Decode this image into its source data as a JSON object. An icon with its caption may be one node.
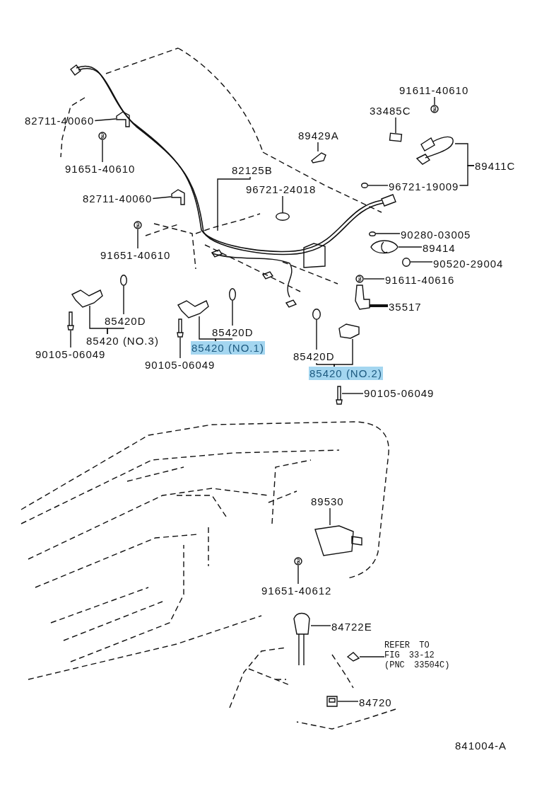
{
  "diagram": {
    "nodes": [
      {
        "text": [
          "82711-40060"
        ]
      },
      {
        "text": [
          "91651-40610"
        ]
      },
      {
        "text": [
          "82711-40060"
        ]
      },
      {
        "text": [
          "91651-40610"
        ]
      },
      {
        "text": [
          "82125B"
        ]
      },
      {
        "text": [
          "96721-24018"
        ]
      },
      {
        "text": [
          "89429A"
        ]
      },
      {
        "text": [
          "33485C"
        ]
      },
      {
        "text": [
          "91611-40610"
        ]
      },
      {
        "text": [
          "89411C"
        ]
      },
      {
        "text": [
          "96721-19009"
        ]
      },
      {
        "text": [
          "90280-03005"
        ]
      },
      {
        "text": [
          "89414"
        ]
      },
      {
        "text": [
          "90520-29004"
        ]
      },
      {
        "text": [
          "91611-40616"
        ]
      },
      {
        "text": [
          "35517"
        ]
      },
      {
        "text": [
          "85420D"
        ]
      },
      {
        "text": [
          "85420 (NO.3)"
        ]
      },
      {
        "text": [
          "90105-06049"
        ]
      },
      {
        "text": [
          "85420D"
        ]
      },
      {
        "text": [
          "85420 (NO.1)"
        ]
      },
      {
        "text": [
          "90105-06049"
        ]
      },
      {
        "text": [
          "85420D"
        ]
      },
      {
        "text": [
          "85420 (NO.2)"
        ]
      },
      {
        "text": [
          "90105-06049"
        ]
      },
      {
        "text": [
          "89530"
        ]
      },
      {
        "text": [
          "91651-40612"
        ]
      },
      {
        "text": [
          "84722E"
        ]
      },
      {
        "text": [
          "REFER TO FIG 33-12 (PNC 33504C)"
        ]
      },
      {
        "text": [
          "84720"
        ]
      },
      {
        "text": [],
        "shape": "picture"
      },
      {
        "text": [],
        "shape": "picture"
      },
      {
        "text": [],
        "shape": "picture"
      },
      {
        "text": [],
        "shape": "picture"
      },
      {
        "text": [],
        "shape": "circle"
      },
      {
        "text": [],
        "shape": "picture"
      },
      {
        "text": [],
        "shape": "box"
      },
      {
        "text": [],
        "shape": "picture"
      },
      {
        "text": [],
        "shape": "picture"
      },
      {
        "text": [],
        "shape": "circle"
      },
      {
        "text": [],
        "shape": "circle"
      },
      {
        "text": [],
        "shape": "picture"
      },
      {
        "text": [],
        "shape": "circle"
      },
      {
        "text": [],
        "shape": "picture"
      },
      {
        "text": [],
        "shape": "picture"
      },
      {
        "text": [],
        "shape": "circle"
      },
      {
        "text": [],
        "shape": "picture"
      },
      {
        "text": [],
        "shape": "picture"
      },
      {
        "text": [],
        "shape": "circle"
      },
      {
        "text": [],
        "shape": "picture"
      },
      {
        "text": [],
        "shape": "picture"
      },
      {
        "text": [],
        "shape": "circle"
      },
      {
        "text": [],
        "shape": "picture"
      },
      {
        "text": [],
        "shape": "picture"
      },
      {
        "text": [],
        "shape": "picture"
      },
      {
        "text": [],
        "shape": "picture"
      },
      {
        "text": [],
        "shape": "picture"
      },
      {
        "text": [],
        "shape": "picture"
      },
      {
        "text": [],
        "shape": "picture"
      }
    ],
    "edges": [
      {
        "from": 0,
        "to": 30,
        "arrow": "none"
      },
      {
        "from": 1,
        "to": 31,
        "arrow": "none"
      },
      {
        "from": 2,
        "to": 32,
        "arrow": "none"
      },
      {
        "from": 3,
        "to": 33,
        "arrow": "none"
      },
      {
        "from": 4,
        "to": null,
        "arrow": "none"
      },
      {
        "from": 5,
        "to": 34,
        "arrow": "none"
      },
      {
        "from": 6,
        "to": 35,
        "arrow": "none"
      },
      {
        "from": 7,
        "to": 36,
        "arrow": "none"
      },
      {
        "from": 8,
        "to": 37,
        "arrow": "none"
      },
      {
        "from": 9,
        "to": 38,
        "arrow": "none"
      },
      {
        "from": 9,
        "to": 10,
        "arrow": "none"
      },
      {
        "from": 10,
        "to": 39,
        "arrow": "none"
      },
      {
        "from": 11,
        "to": 40,
        "arrow": "none"
      },
      {
        "from": 12,
        "to": 41,
        "arrow": "none"
      },
      {
        "from": 13,
        "to": 42,
        "arrow": "none"
      },
      {
        "from": 14,
        "to": 43,
        "arrow": "none"
      },
      {
        "from": 15,
        "to": 44,
        "arrow": "none",
        "style": "thick"
      },
      {
        "from": 16,
        "to": 45,
        "arrow": "none"
      },
      {
        "from": 17,
        "to": 46,
        "arrow": "none"
      },
      {
        "from": 17,
        "to": 16,
        "arrow": "none"
      },
      {
        "from": 18,
        "to": 47,
        "arrow": "none"
      },
      {
        "from": 19,
        "to": 48,
        "arrow": "none"
      },
      {
        "from": 20,
        "to": 49,
        "arrow": "none"
      },
      {
        "from": 20,
        "to": 19,
        "arrow": "none"
      },
      {
        "from": 21,
        "to": 50,
        "arrow": "none"
      },
      {
        "from": 22,
        "to": 51,
        "arrow": "none"
      },
      {
        "from": 23,
        "to": 52,
        "arrow": "none"
      },
      {
        "from": 23,
        "to": 22,
        "arrow": "none"
      },
      {
        "from": 24,
        "to": 53,
        "arrow": "none"
      },
      {
        "from": 25,
        "to": 54,
        "arrow": "none"
      },
      {
        "from": 26,
        "to": 55,
        "arrow": "none"
      },
      {
        "from": 27,
        "to": 56,
        "arrow": "none"
      },
      {
        "from": 28,
        "to": 57,
        "arrow": "none"
      },
      {
        "from": 29,
        "to": 58,
        "arrow": "none"
      }
    ],
    "labels": [
      "841004-A"
    ]
  }
}
